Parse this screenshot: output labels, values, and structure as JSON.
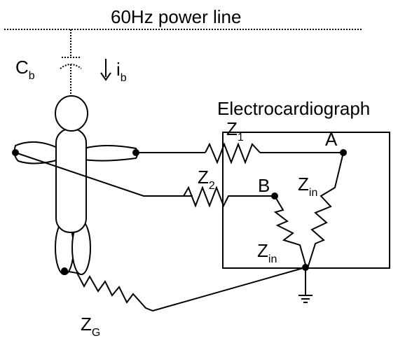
{
  "power_line_label": "60Hz power line",
  "cap_label": {
    "main": "C",
    "sub": "b"
  },
  "current_label": {
    "main": "i",
    "sub": "b"
  },
  "device_label": "Electrocardiograph",
  "z1": {
    "main": "Z",
    "sub": "1"
  },
  "z2": {
    "main": "Z",
    "sub": "2"
  },
  "zin_a": {
    "main": "Z",
    "sub": "in"
  },
  "zin_b": {
    "main": "Z",
    "sub": "in"
  },
  "zg": {
    "main": "Z",
    "sub": "G"
  },
  "node_a": "A",
  "node_b": "B"
}
